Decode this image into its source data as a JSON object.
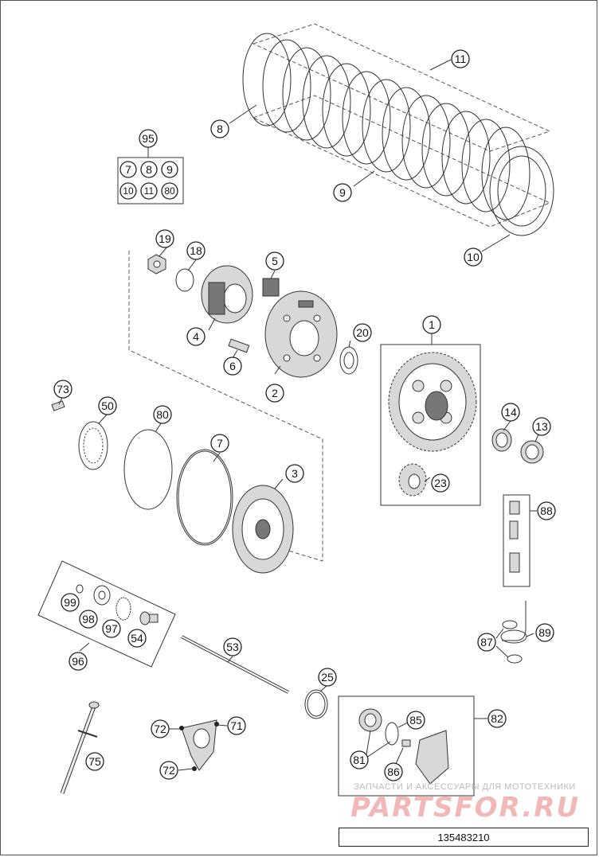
{
  "callouts": {
    "c1": "1",
    "c2": "2",
    "c3": "3",
    "c4": "4",
    "c5": "5",
    "c6": "6",
    "c7": "7",
    "c8": "8",
    "c9": "9",
    "c10": "10",
    "c11": "11",
    "c13": "13",
    "c14": "14",
    "c18": "18",
    "c19": "19",
    "c20": "20",
    "c23": "23",
    "c25": "25",
    "c50": "50",
    "c53": "53",
    "c54": "54",
    "c71": "71",
    "c72a": "72",
    "c72b": "72",
    "c73": "73",
    "c75": "75",
    "c80": "80",
    "c81": "81",
    "c82": "82",
    "c85": "85",
    "c86": "86",
    "c87": "87",
    "c88": "88",
    "c89": "89",
    "c95": "95",
    "c96": "96",
    "c97": "97",
    "c98": "98",
    "c99": "99"
  },
  "kit95": [
    "7",
    "8",
    "9",
    "10",
    "11",
    "80"
  ],
  "watermark": {
    "tagline": "ЗАПЧАСТИ И АКСЕССУАРЫ ДЛЯ МОТОТЕХНИКИ",
    "logo": "PARTSFOR.RU"
  },
  "document_number": "135483210"
}
